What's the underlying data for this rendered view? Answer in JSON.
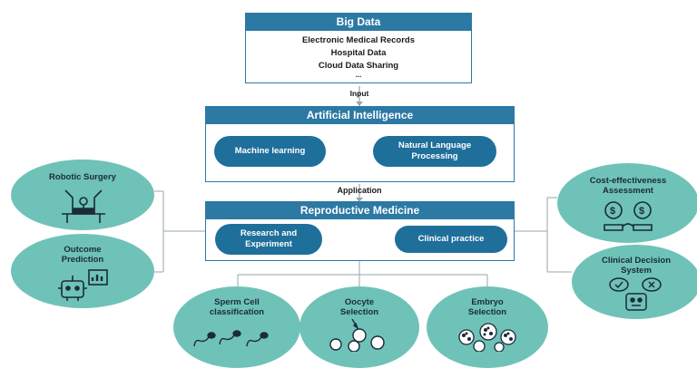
{
  "big_data": {
    "title": "Big Data",
    "items": [
      "Electronic Medical Records",
      "Hospital Data",
      "Cloud Data Sharing",
      "..."
    ]
  },
  "input_label": "Input",
  "ai": {
    "title": "Artificial Intelligence",
    "pills": [
      "Machine learning",
      "Natural Language\nProcessing"
    ]
  },
  "application_label": "Application",
  "rm": {
    "title": "Reproductive Medicine",
    "pills": [
      "Research and\nExperiment",
      "Clinical practice"
    ]
  },
  "left_circles": [
    {
      "title": "Robotic Surgery",
      "icon": "robotic-surgery-icon"
    },
    {
      "title": "Outcome\nPrediction",
      "icon": "robot-chart-icon"
    }
  ],
  "right_circles": [
    {
      "title": "Cost-effectiveness\nAssessment",
      "icon": "money-scale-icon"
    },
    {
      "title": "Clinical Decision\nSystem",
      "icon": "decision-robot-icon"
    }
  ],
  "bottom_circles": [
    {
      "title": "Sperm Cell\nclassification",
      "icon": "sperm-icon"
    },
    {
      "title": "Oocyte\nSelection",
      "icon": "oocyte-icon"
    },
    {
      "title": "Embryo\nSelection",
      "icon": "embryo-icon"
    }
  ],
  "colors": {
    "header": "#2c79a4",
    "pill": "#1f6f9b",
    "circle": "#6fc2b7",
    "line": "#9aa5ad"
  }
}
